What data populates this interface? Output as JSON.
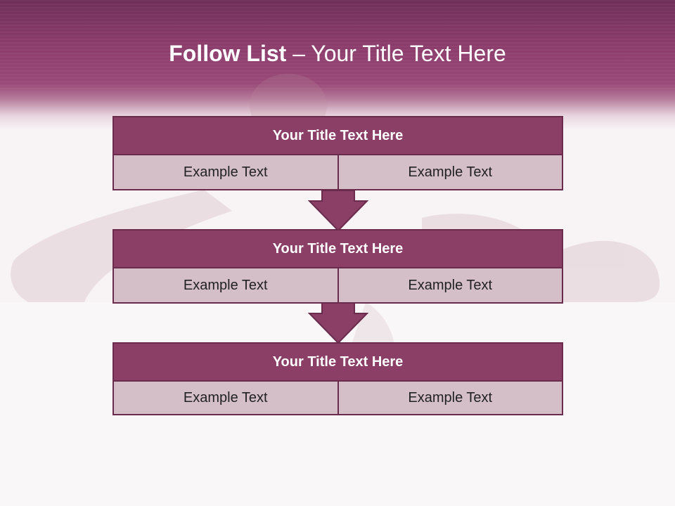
{
  "slide": {
    "title_bold": "Follow List",
    "title_rest": " – Your Title Text Here"
  },
  "blocks": [
    {
      "title": "Your Title Text Here",
      "left": "Example Text",
      "right": "Example Text"
    },
    {
      "title": "Your Title Text Here",
      "left": "Example Text",
      "right": "Example Text"
    },
    {
      "title": "Your Title Text Here",
      "left": "Example Text",
      "right": "Example Text"
    }
  ],
  "colors": {
    "header": "#8a3b6a",
    "box_title": "#8b3f66",
    "box_cell": "#d4bec8",
    "border": "#6a2b4c"
  }
}
